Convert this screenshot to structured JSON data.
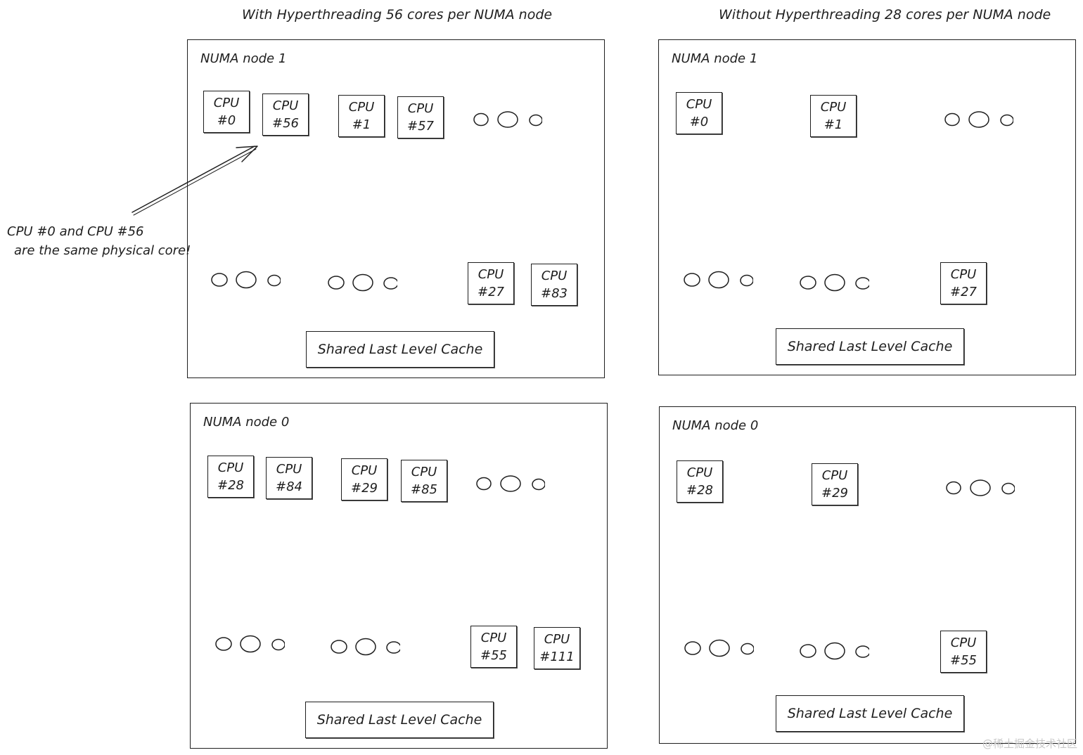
{
  "headings": {
    "left": "With Hyperthreading 56 cores per NUMA node",
    "right": "Without Hyperthreading 28 cores per NUMA node"
  },
  "annotation": {
    "line1": "CPU #0 and CPU #56",
    "line2": "are the same physical core!"
  },
  "cpu_label": "CPU",
  "cache_label": "Shared Last Level Cache",
  "nodes": {
    "ht_node1": {
      "title": "NUMA node 1",
      "top_cpus": [
        "#0",
        "#56",
        "#1",
        "#57"
      ],
      "bottom_cpus": [
        "#27",
        "#83"
      ]
    },
    "ht_node0": {
      "title": "NUMA node 0",
      "top_cpus": [
        "#28",
        "#84",
        "#29",
        "#85"
      ],
      "bottom_cpus": [
        "#55",
        "#111"
      ]
    },
    "noht_node1": {
      "title": "NUMA node 1",
      "top_cpus": [
        "#0",
        "#1"
      ],
      "bottom_cpus": [
        "#27"
      ]
    },
    "noht_node0": {
      "title": "NUMA node 0",
      "top_cpus": [
        "#28",
        "#29"
      ],
      "bottom_cpus": [
        "#55"
      ]
    }
  },
  "watermark": "@稀土掘金技术社区"
}
